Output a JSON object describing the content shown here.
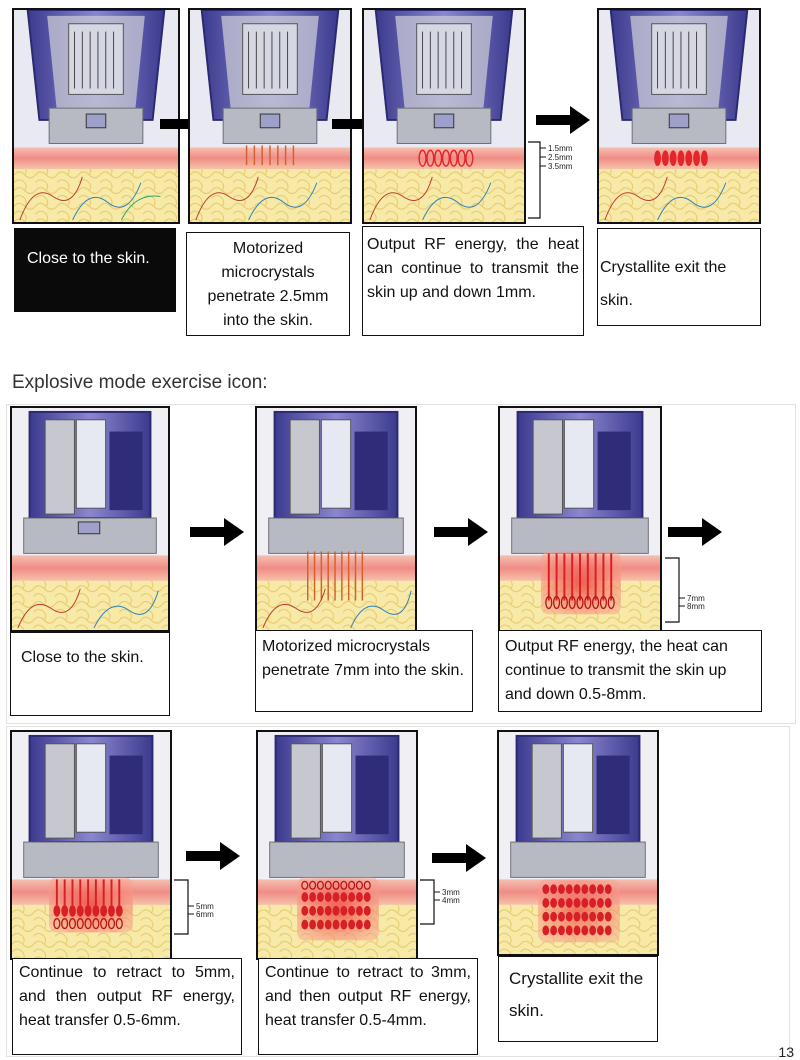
{
  "top_row": {
    "captions": [
      "Close to the skin.",
      "Motorized microcrystals penetrate 2.5mm into the skin.",
      "Output RF energy, the heat can continue to transmit the skin up and down 1mm.",
      "Crystallite exit the skin."
    ],
    "bracket_labels": [
      "1.5mm",
      "2.5mm",
      "3.5mm"
    ]
  },
  "section_heading": "Explosive mode exercise icon:",
  "explosive_row_1": {
    "captions": [
      "Close to the skin.",
      "Motorized microcrystals penetrate 7mm into the skin.",
      "Output RF energy, the heat can continue to transmit the skin up and down 0.5-8mm."
    ],
    "bracket_labels": [
      "7mm",
      "8mm"
    ]
  },
  "explosive_row_2": {
    "captions": [
      "Continue to retract to 5mm, and then output RF energy, heat transfer 0.5-6mm.",
      "Continue to retract to 3mm, and then output RF energy, heat transfer 0.5-4mm.",
      "Crystallite exit the skin."
    ],
    "bracket_labels_a": [
      "5mm",
      "6mm"
    ],
    "bracket_labels_b": [
      "3mm",
      "4mm"
    ]
  },
  "page_number": "13",
  "colors": {
    "device_purple": "#5a56a8",
    "device_gray": "#b9bcc4",
    "skin_pink": "#f3a6a0",
    "fat_yellow": "#f6e7a3",
    "rf_red": "#e3262b",
    "glow": "#f26a5a"
  }
}
